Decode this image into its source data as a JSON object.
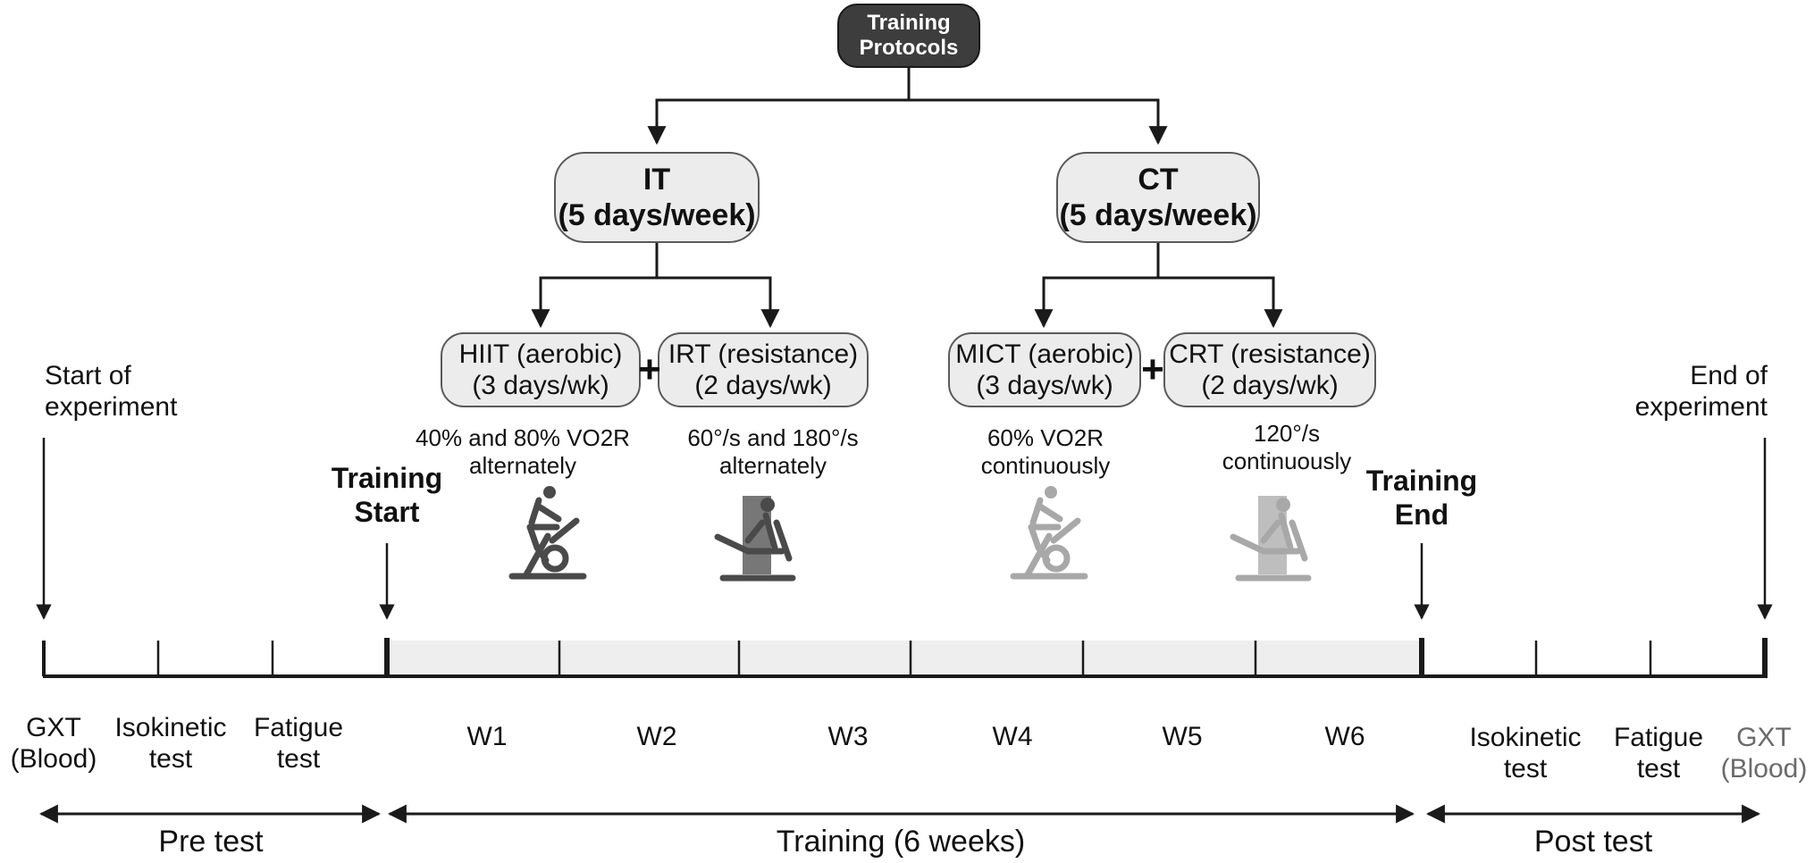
{
  "title": "Training\nProtocols",
  "groups": {
    "it": {
      "name": "IT",
      "freq": "(5 days/week)"
    },
    "ct": {
      "name": "CT",
      "freq": "(5 days/week)"
    }
  },
  "sub_boxes": {
    "hiit": {
      "name": "HIIT (aerobic)",
      "freq": "(3 days/wk)"
    },
    "irt": {
      "name": "IRT (resistance)",
      "freq": "(2 days/wk)"
    },
    "mict": {
      "name": "MICT (aerobic)",
      "freq": "(3 days/wk)"
    },
    "crt": {
      "name": "CRT (resistance)",
      "freq": "(2 days/wk)"
    }
  },
  "plus": "+",
  "descriptions": {
    "hiit": "40% and 80% VO2R\nalternately",
    "irt": "60°/s and 180°/s\nalternately",
    "mict": "60% VO2R\ncontinuously",
    "crt": "120°/s\ncontinuously"
  },
  "icons": {
    "hiit": "stationary-bike-icon",
    "irt": "leg-extension-machine-icon",
    "mict": "stationary-bike-icon",
    "crt": "leg-extension-machine-icon"
  },
  "events": {
    "start_experiment": "Start of\nexperiment",
    "end_experiment": "End of\nexperiment",
    "training_start": "Training\nStart",
    "training_end": "Training\nEnd"
  },
  "pre_tests": [
    "GXT\n(Blood)",
    "Isokinetic\ntest",
    "Fatigue\ntest"
  ],
  "weeks": [
    "W1",
    "W2",
    "W3",
    "W4",
    "W5",
    "W6"
  ],
  "post_tests": [
    "Isokinetic\ntest",
    "Fatigue\ntest",
    "GXT\n(Blood)"
  ],
  "phases": {
    "pre": "Pre test",
    "training": "Training (6 weeks)",
    "post": "Post test"
  },
  "colors": {
    "line": "#1a1a1a",
    "box_fill": "#ececec",
    "box_dark": "#3d3d3d",
    "training_band": "#eeeeee",
    "icon_dark": "#4a4a4a",
    "icon_light": "#a8a8a8"
  }
}
